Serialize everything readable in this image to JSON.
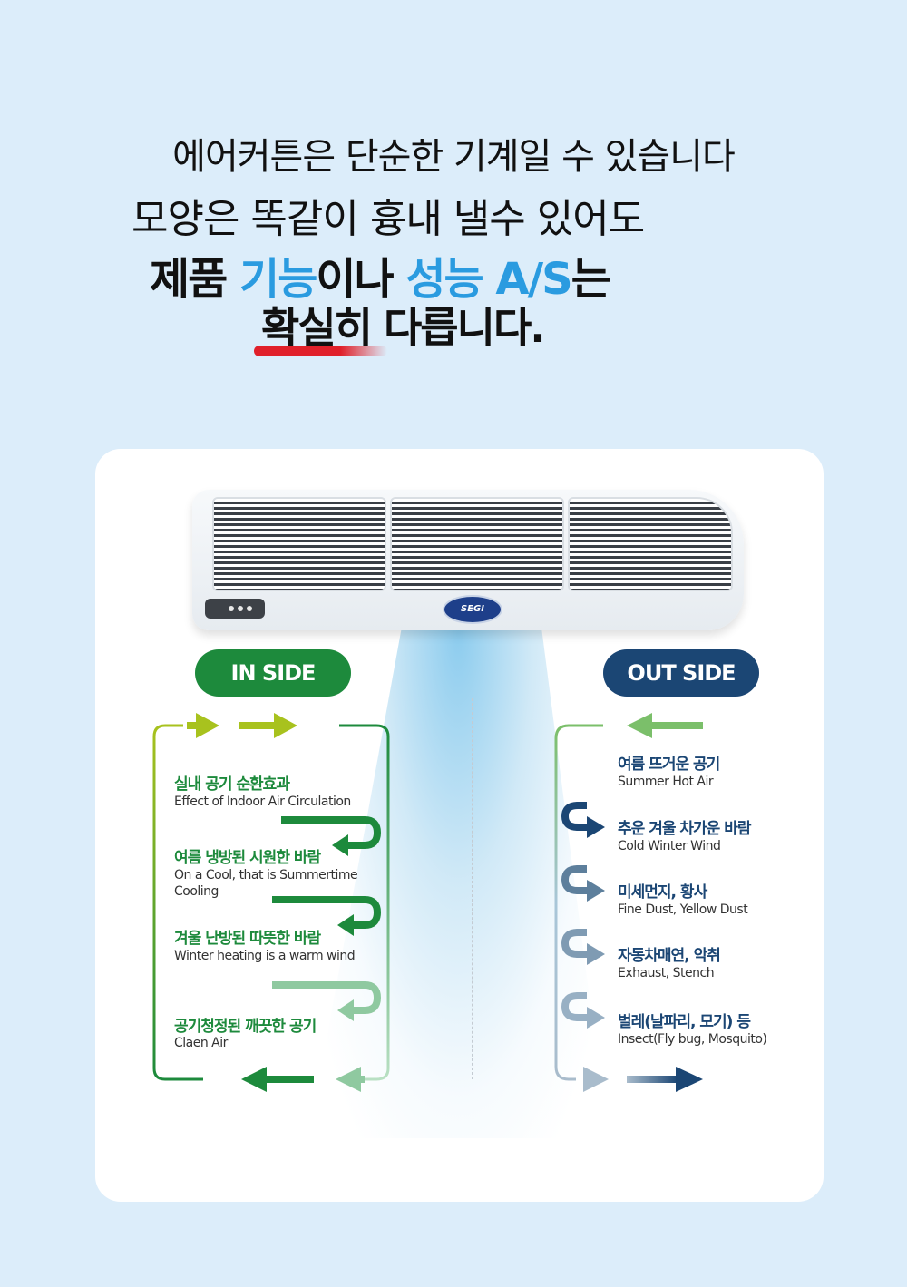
{
  "headline": {
    "line1": "에어커튼은 단순한 기계일 수 있습니다",
    "line2": "모양은 똑같이 흉내 낼수 있어도",
    "line3_a": "제품 ",
    "line3_b": "기능",
    "line3_c": "이나 ",
    "line3_d": "성능 A/S",
    "line3_e": "는",
    "line4_a": "확실히",
    "line4_b": " 다릅니다."
  },
  "unit": {
    "logo": "SEGI"
  },
  "inside": {
    "label": "IN SIDE",
    "items": [
      {
        "ko": "실내 공기 순환효과",
        "en": "Effect of Indoor Air Circulation"
      },
      {
        "ko": "여름 냉방된 시원한 바람",
        "en": "On a Cool, that is Summertime Cooling"
      },
      {
        "ko": "겨울 난방된 따뜻한 바람",
        "en": "Winter heating is a warm wind"
      },
      {
        "ko": "공기청정된 깨끗한 공기",
        "en": "Claen Air"
      }
    ]
  },
  "outside": {
    "label": "OUT SIDE",
    "items": [
      {
        "ko": "여름 뜨거운 공기",
        "en": "Summer Hot Air"
      },
      {
        "ko": "추운 겨울 차가운 바람",
        "en": "Cold Winter Wind"
      },
      {
        "ko": "미세먼지, 황사",
        "en": "Fine Dust, Yellow Dust"
      },
      {
        "ko": "자동차매연, 악취",
        "en": "Exhaust, Stench"
      },
      {
        "ko": "벌레(날파리, 모기) 등",
        "en": "Insect(Fly bug, Mosquito)"
      }
    ]
  },
  "colors": {
    "inside_green": "#1d8a3c",
    "outside_navy": "#1b4674",
    "accent_blue": "#2a9be0",
    "background": "#dcedfa"
  }
}
